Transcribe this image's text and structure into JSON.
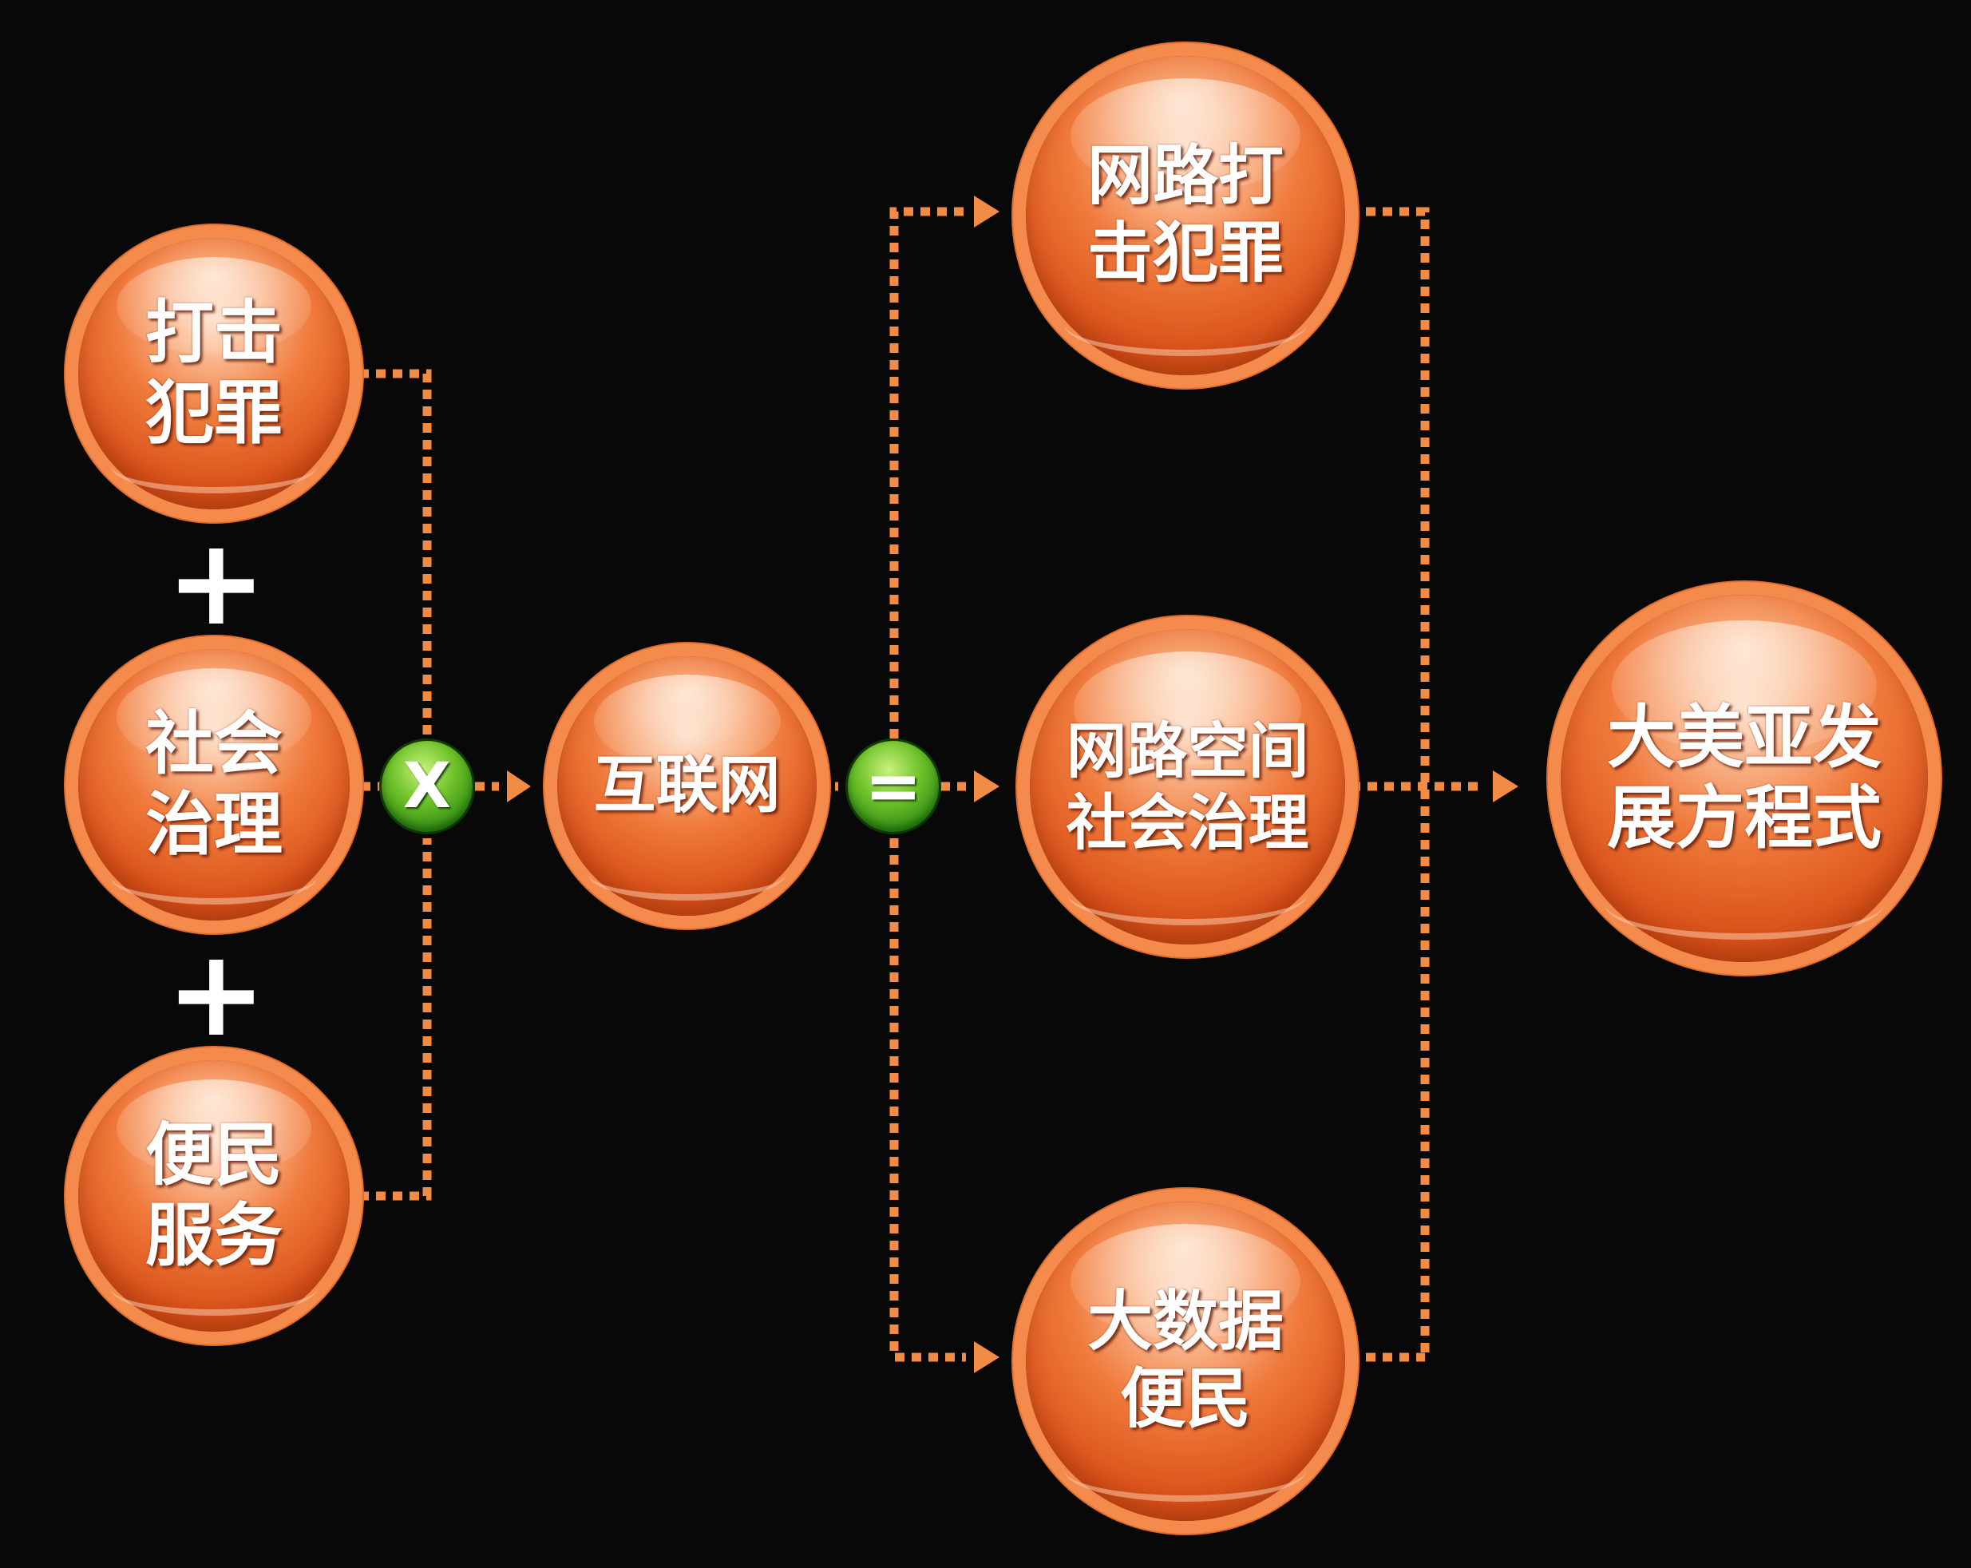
{
  "nodes": {
    "crime": "打击\n犯罪",
    "governance": "社会\n治理",
    "service": "便民\n服务",
    "internet": "互联网",
    "net_crime": "网路打\n击犯罪",
    "cyber_gov": "网路空间\n社会治理",
    "bigdata": "大数据\n便民",
    "result": "大美亚发\n展方程式"
  },
  "operators": {
    "plus_1": "+",
    "plus_2": "+",
    "multiply": "X",
    "equals": "="
  },
  "colors": {
    "background": "#080808",
    "node_orange": "#f07a3c",
    "connector": "#f28c45",
    "operator_green": "#3d9a18"
  }
}
